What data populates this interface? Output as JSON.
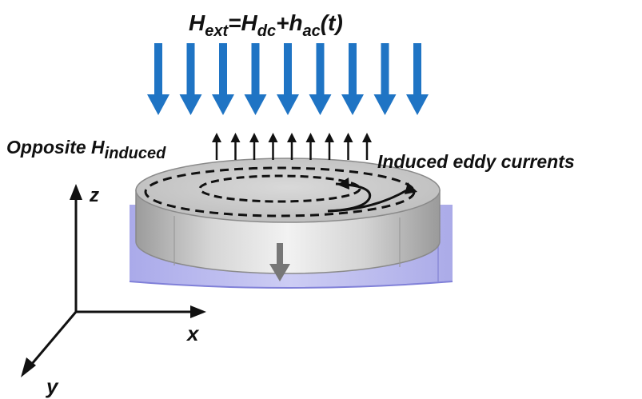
{
  "formula": {
    "h_ext": "H",
    "h_ext_sub": "ext",
    "equals": "=",
    "h_dc": "H",
    "h_dc_sub": "dc",
    "plus": "+",
    "h_ac": "h",
    "h_ac_sub": "ac",
    "time_arg": "(t)"
  },
  "labels": {
    "opposite": "Opposite H",
    "opposite_sub": "induced",
    "eddy": "Induced eddy currents"
  },
  "axes": {
    "z": "z",
    "x": "x",
    "y": "y"
  },
  "colors": {
    "external_field_arrow": "#1f74c4",
    "induced_field_arrow": "#111111",
    "disk_gray": "#c8c8c8",
    "cylinder_blue": "#a9a9e8",
    "magnetization_arrow": "#777777"
  },
  "icons": {
    "external_field": "arrow-down",
    "induced_field": "arrow-up",
    "eddy_current": "spiral-arrow",
    "magnetization": "arrow-down"
  }
}
